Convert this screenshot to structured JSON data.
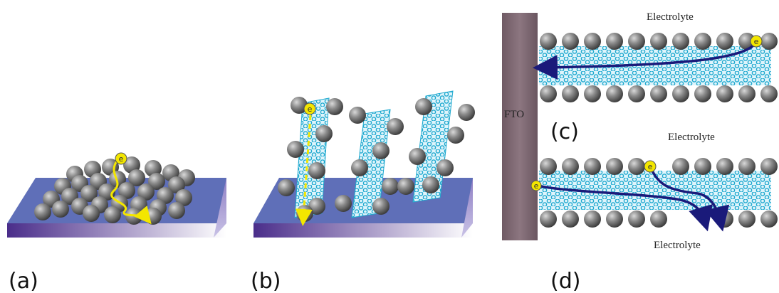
{
  "panels": {
    "a": {
      "label": "(a)"
    },
    "b": {
      "label": "(b)"
    },
    "c": {
      "label": "(c)",
      "electrolyte_label": "Electrolyte"
    },
    "d": {
      "label": "(d)",
      "electrolyte_top_label": "Electrolyte",
      "electrolyte_bottom_label": "Electrolyte"
    }
  },
  "fto_label": "FTO",
  "electron_symbol": "e",
  "colors": {
    "substrate_top": "#5f6fb8",
    "substrate_dark": "#4a2d8a",
    "substrate_light": "#ffffff",
    "nanoparticle": "#6e6e6e",
    "nanotube": "#1fa9cf",
    "electron_fill": "#f3e600",
    "electron_path": "#f3e600",
    "transport_arrow": "#1a1a7a",
    "fto": "#7d6670"
  }
}
